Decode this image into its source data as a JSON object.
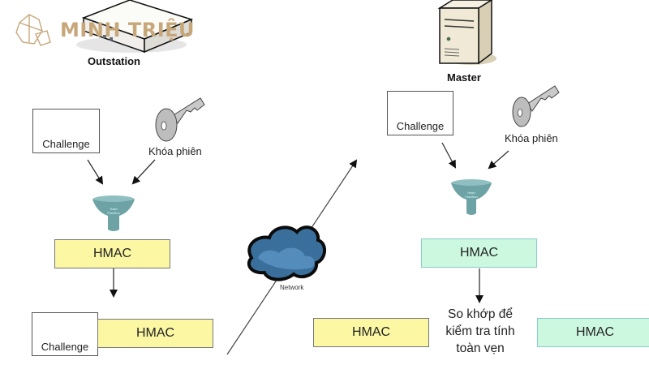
{
  "watermark": {
    "text": "MINH TRIỆU",
    "color": "#c7a77a"
  },
  "outstation": {
    "label": "Outstation",
    "challenge_label": "Challenge",
    "key_label": "Khóa phiên",
    "hash_label": "Hash Function",
    "hmac_label": "HMAC",
    "message_challenge_label": "Challenge",
    "message_hmac_label": "HMAC"
  },
  "network": {
    "label": "Network"
  },
  "master": {
    "label": "Master",
    "challenge_label": "Challenge",
    "key_label": "Khóa phiên",
    "hash_label": "Hash Function",
    "hmac_label": "HMAC",
    "received_hmac_label": "HMAC",
    "compare_text_lines": [
      "So khớp để",
      "kiểm tra tính",
      "toàn vẹn"
    ],
    "computed_hmac_label": "HMAC"
  },
  "colors": {
    "hmac_yellow": "#fbf7a3",
    "hmac_green": "#cdf8e0",
    "funnel": "#6ea3a6",
    "cloud": "#3a6f9c"
  }
}
